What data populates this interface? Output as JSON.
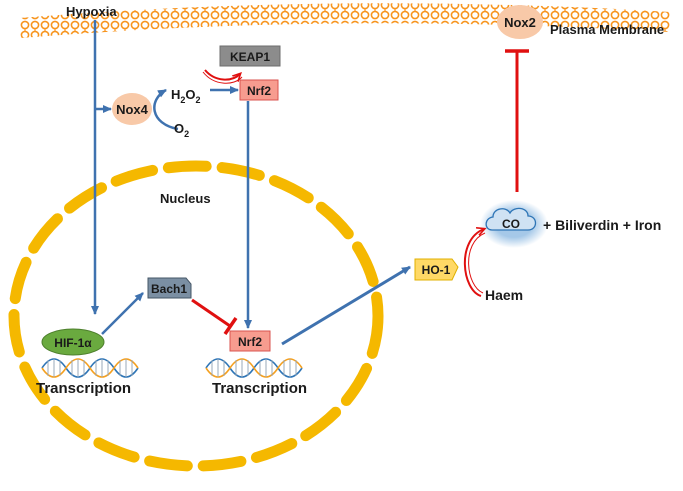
{
  "labels": {
    "hypoxia": "Hypoxia",
    "plasma_membrane": "Plasma Membrane",
    "nucleus": "Nucleus",
    "nox2": "Nox2",
    "nox4": "Nox4",
    "h2o2_main": "H",
    "h2o2_sub": "2",
    "h2o2_o": "O",
    "h2o2_sub2": "2",
    "o2_main": "O",
    "o2_sub": "2",
    "keap1": "KEAP1",
    "nrf2_cyto": "Nrf2",
    "nrf2_nuclear": "Nrf2",
    "bach1": "Bach1",
    "hif1a": "HIF-1α",
    "ho1": "HO-1",
    "co": "CO",
    "products": "+ Biliverdin + Iron",
    "haem": "Haem",
    "transcription_left": "Transcription",
    "transcription_right": "Transcription"
  },
  "colors": {
    "membrane_orange": "#f7941d",
    "nucleus_yellow": "#f5b800",
    "nox_peach": "#f8c9a8",
    "keap1_gray": "#8c8c8c",
    "nrf2_salmon": "#f79c8f",
    "bach1_slate": "#7b8fa3",
    "hif_green": "#6aaa3f",
    "ho1_yellow": "#ffd966",
    "co_blue": "#9dc3e6",
    "arrow_blue": "#3f72af",
    "inhibit_red": "#e01010"
  }
}
